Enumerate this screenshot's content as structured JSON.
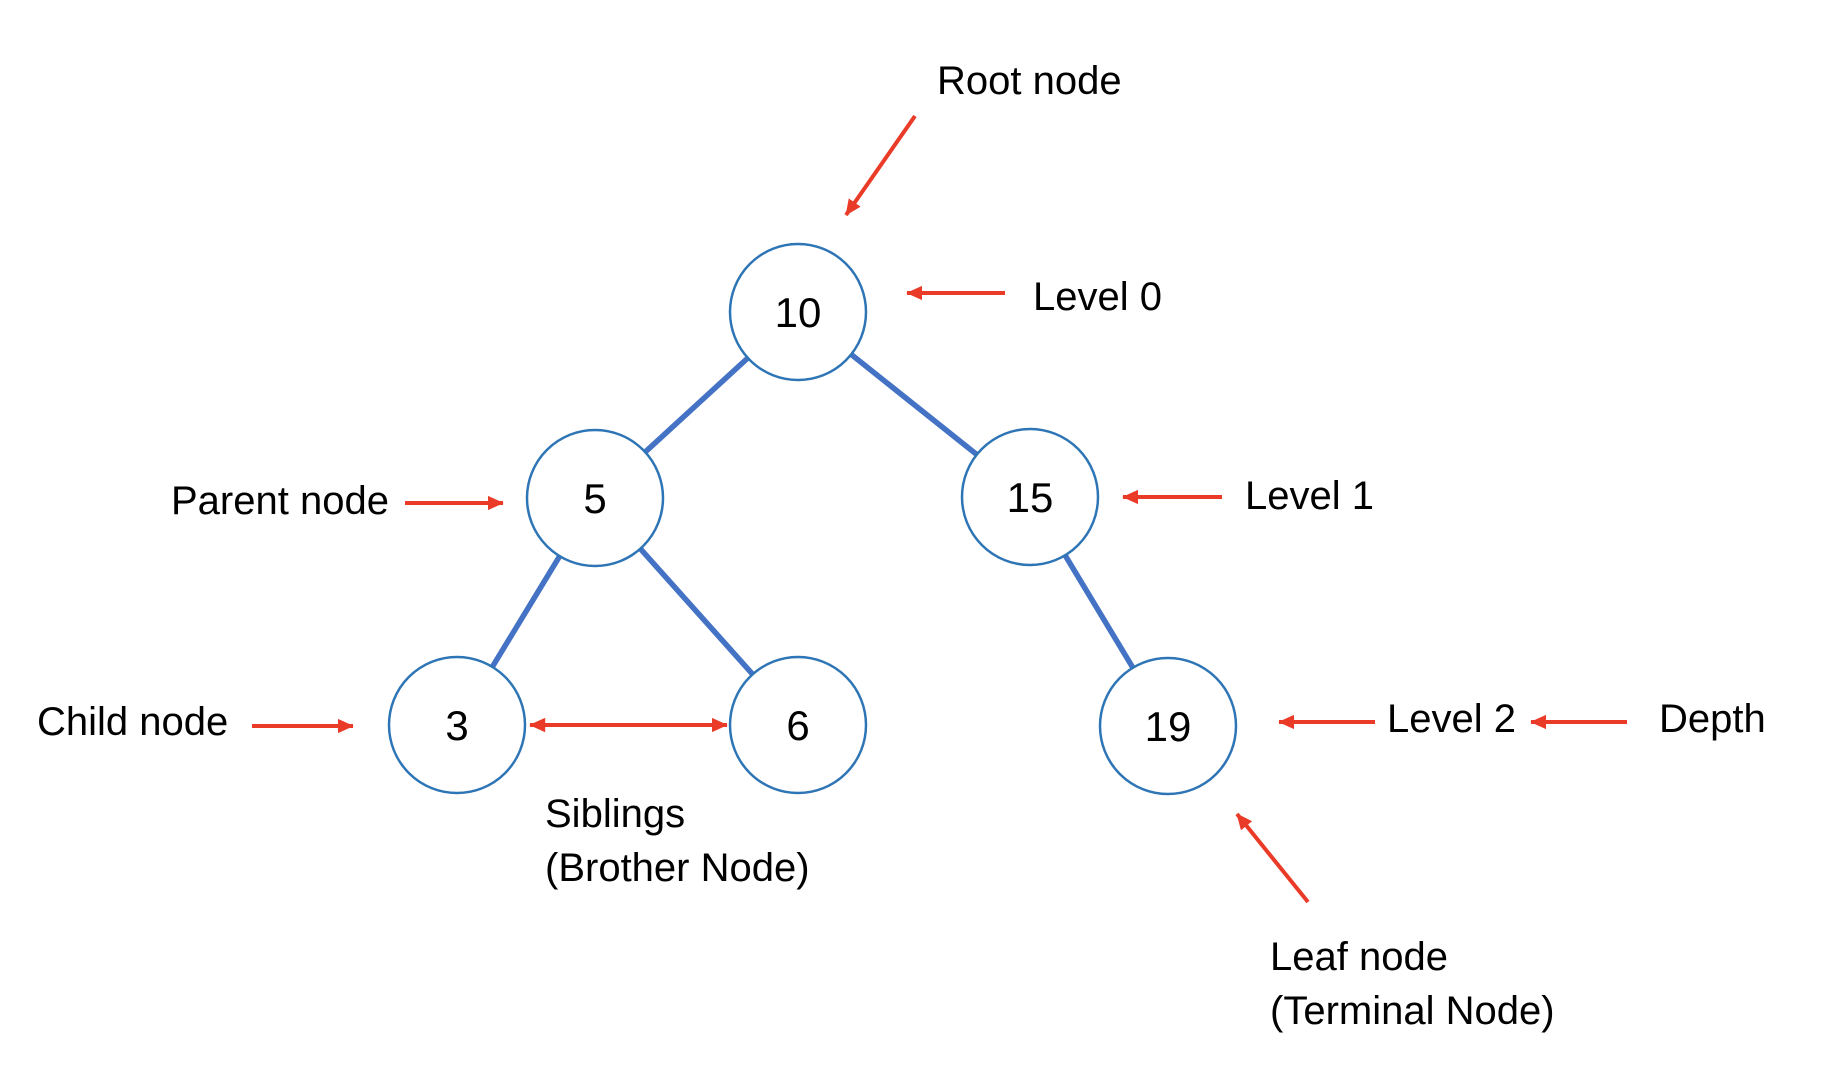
{
  "colors": {
    "background": "#ffffff",
    "text": "#000000",
    "node_stroke": "#2e75b6",
    "node_fill": "#ffffff",
    "edge": "#4472c4",
    "arrow": "#ea3b28"
  },
  "tree": {
    "nodes": [
      {
        "value": "10",
        "level": 0
      },
      {
        "value": "5",
        "level": 1
      },
      {
        "value": "15",
        "level": 1
      },
      {
        "value": "3",
        "level": 2
      },
      {
        "value": "6",
        "level": 2
      },
      {
        "value": "19",
        "level": 2
      }
    ],
    "edges": [
      [
        "10",
        "5"
      ],
      [
        "10",
        "15"
      ],
      [
        "5",
        "3"
      ],
      [
        "5",
        "6"
      ],
      [
        "15",
        "19"
      ]
    ]
  },
  "annotations": {
    "root": {
      "text": "Root node",
      "points_to": "node 10"
    },
    "level0": {
      "text": "Level 0",
      "points_to": "node 10"
    },
    "parent": {
      "text": "Parent node",
      "points_to": "node 5"
    },
    "level1": {
      "text": "Level 1",
      "points_to": "node 15"
    },
    "child": {
      "text": "Child node",
      "points_to": "node 3"
    },
    "siblings_line1": {
      "text": "Siblings",
      "points_to": "nodes 3 and 6"
    },
    "siblings_line2": {
      "text": "(Brother Node)",
      "points_to": "nodes 3 and 6"
    },
    "level2": {
      "text": "Level 2",
      "points_to": "node 19"
    },
    "depth": {
      "text": "Depth",
      "points_to": "Level 2"
    },
    "leaf_line1": {
      "text": "Leaf node",
      "points_to": "node 19"
    },
    "leaf_line2": {
      "text": "(Terminal Node)",
      "points_to": "node 19"
    }
  }
}
